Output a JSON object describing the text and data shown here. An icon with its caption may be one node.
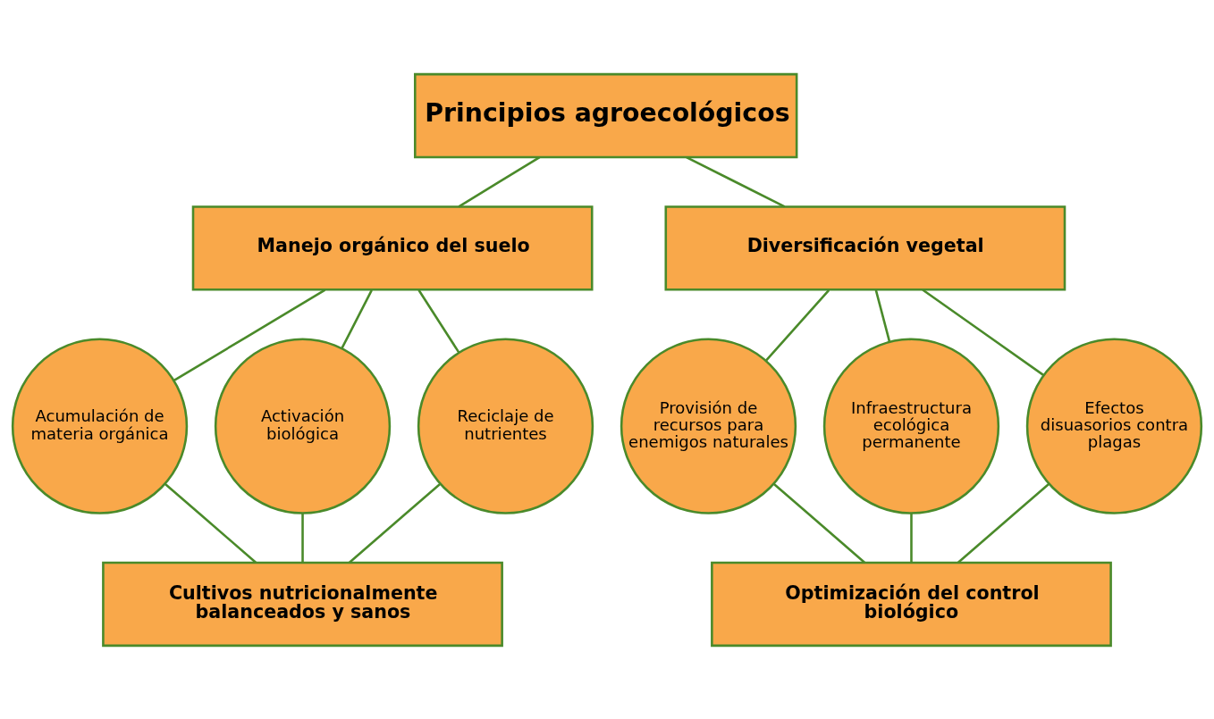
{
  "diagram": {
    "nodes": [
      {
        "text": [
          "Principios agroecológicos"
        ]
      },
      {
        "text": [
          "Manejo orgánico del suelo"
        ]
      },
      {
        "text": [
          "Diversificación vegetal"
        ]
      },
      {
        "text": [
          "Acumulación de materia orgánica"
        ]
      },
      {
        "text": [
          "Activación biológica"
        ]
      },
      {
        "text": [
          "Reciclaje de nutrientes"
        ]
      },
      {
        "text": [
          "Provisión de recursos para enemigos naturales"
        ]
      },
      {
        "text": [
          "Infraestructura ecológica permanente"
        ]
      },
      {
        "text": [
          "Efectos disuasorios contra plagas"
        ]
      },
      {
        "text": [
          "Cultivos nutricionalmente balanceados y sanos"
        ]
      },
      {
        "text": [
          "Optimización del control biológico"
        ]
      }
    ],
    "edges": [
      {
        "from": 0,
        "to": 1,
        "arrow": "none"
      },
      {
        "from": 0,
        "to": 2,
        "arrow": "none"
      },
      {
        "from": 1,
        "to": 3,
        "arrow": "none"
      },
      {
        "from": 1,
        "to": 4,
        "arrow": "none"
      },
      {
        "from": 1,
        "to": 5,
        "arrow": "none"
      },
      {
        "from": 2,
        "to": 6,
        "arrow": "none"
      },
      {
        "from": 2,
        "to": 7,
        "arrow": "none"
      },
      {
        "from": 2,
        "to": 8,
        "arrow": "none"
      },
      {
        "from": 3,
        "to": 9,
        "arrow": "none"
      },
      {
        "from": 4,
        "to": 9,
        "arrow": "none"
      },
      {
        "from": 5,
        "to": 9,
        "arrow": "none"
      },
      {
        "from": 6,
        "to": 10,
        "arrow": "none"
      },
      {
        "from": 7,
        "to": 10,
        "arrow": "none"
      },
      {
        "from": 8,
        "to": 10,
        "arrow": "none"
      }
    ]
  }
}
